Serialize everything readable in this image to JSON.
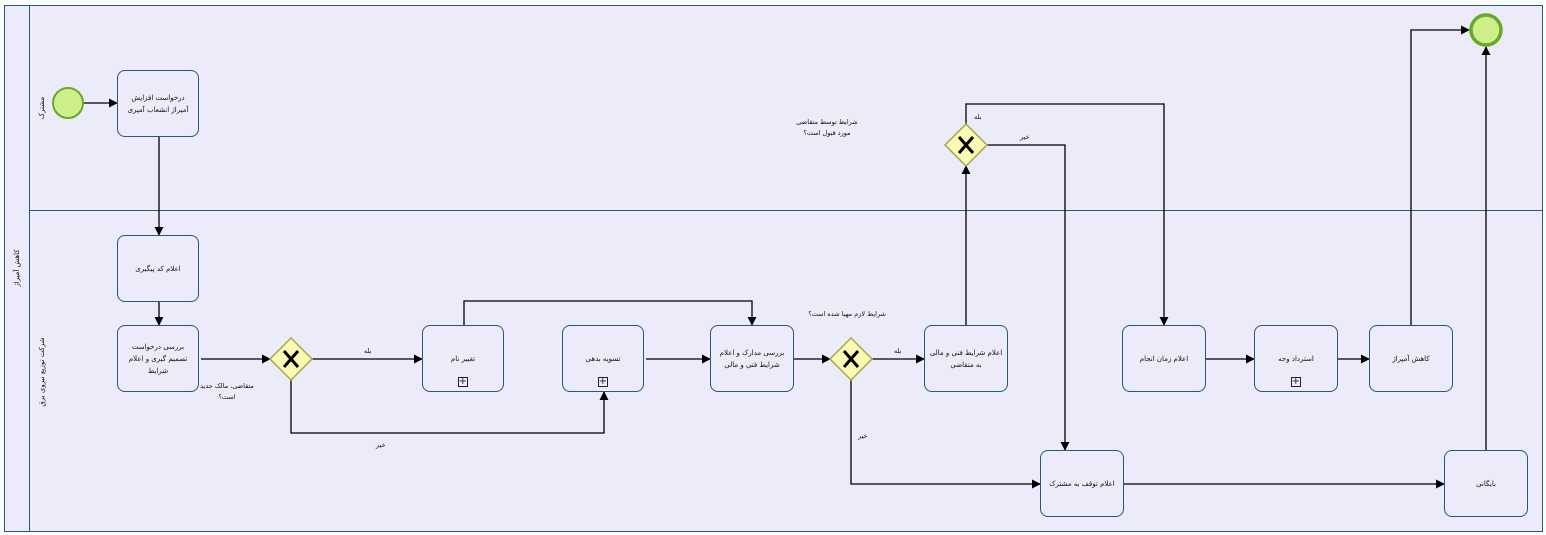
{
  "pool": {
    "label": "کاهش آمپراژ"
  },
  "lanes": [
    {
      "id": "lane-customer",
      "label": "مشترک"
    },
    {
      "id": "lane-company",
      "label": "شرکت توزیع نیروی برق"
    }
  ],
  "tasks": {
    "request": "درخواست افزایش آمپراژ انشعاب آمپری",
    "tracking_code": "اعلام کد پیگیری",
    "review_request": "بررسی درخواست تصمیم گیری و اعلام شرایط",
    "name_change": "تغییر نام",
    "debt_settlement": "تسویه بدهی",
    "review_docs": "بررسی مدارک و اعلام شرایط فنی و مالی",
    "announce_conditions": "اعلام شرایط فنی و مالی به متقاضی",
    "announce_time": "اعلام زمان انجام",
    "refund": "استرداد وجه",
    "reduce_amperage": "کاهش آمپراژ",
    "announce_stop": "اعلام توقف به مشترک",
    "archive": "بایگانی"
  },
  "gateways": {
    "g1_question": "متقاضی، مالک جدید است؟",
    "g2_question": "شرایط لازم مهیا شده است؟",
    "g3_question": "شرایط توسط متقاضی مورد قبول است؟"
  },
  "flow_labels": {
    "g1_yes": "بله",
    "g1_no": "خیر",
    "g2_yes": "بله",
    "g2_no": "خیر",
    "g3_yes": "بله",
    "g3_no": "خیر"
  },
  "colors": {
    "pool_fill": "#ebebfa",
    "border": "#1f5d73",
    "start_fill": "#cdf08c",
    "start_stroke": "#6aa82a",
    "gateway_fill": "#fafab4",
    "gateway_stroke": "#a6a64a"
  }
}
